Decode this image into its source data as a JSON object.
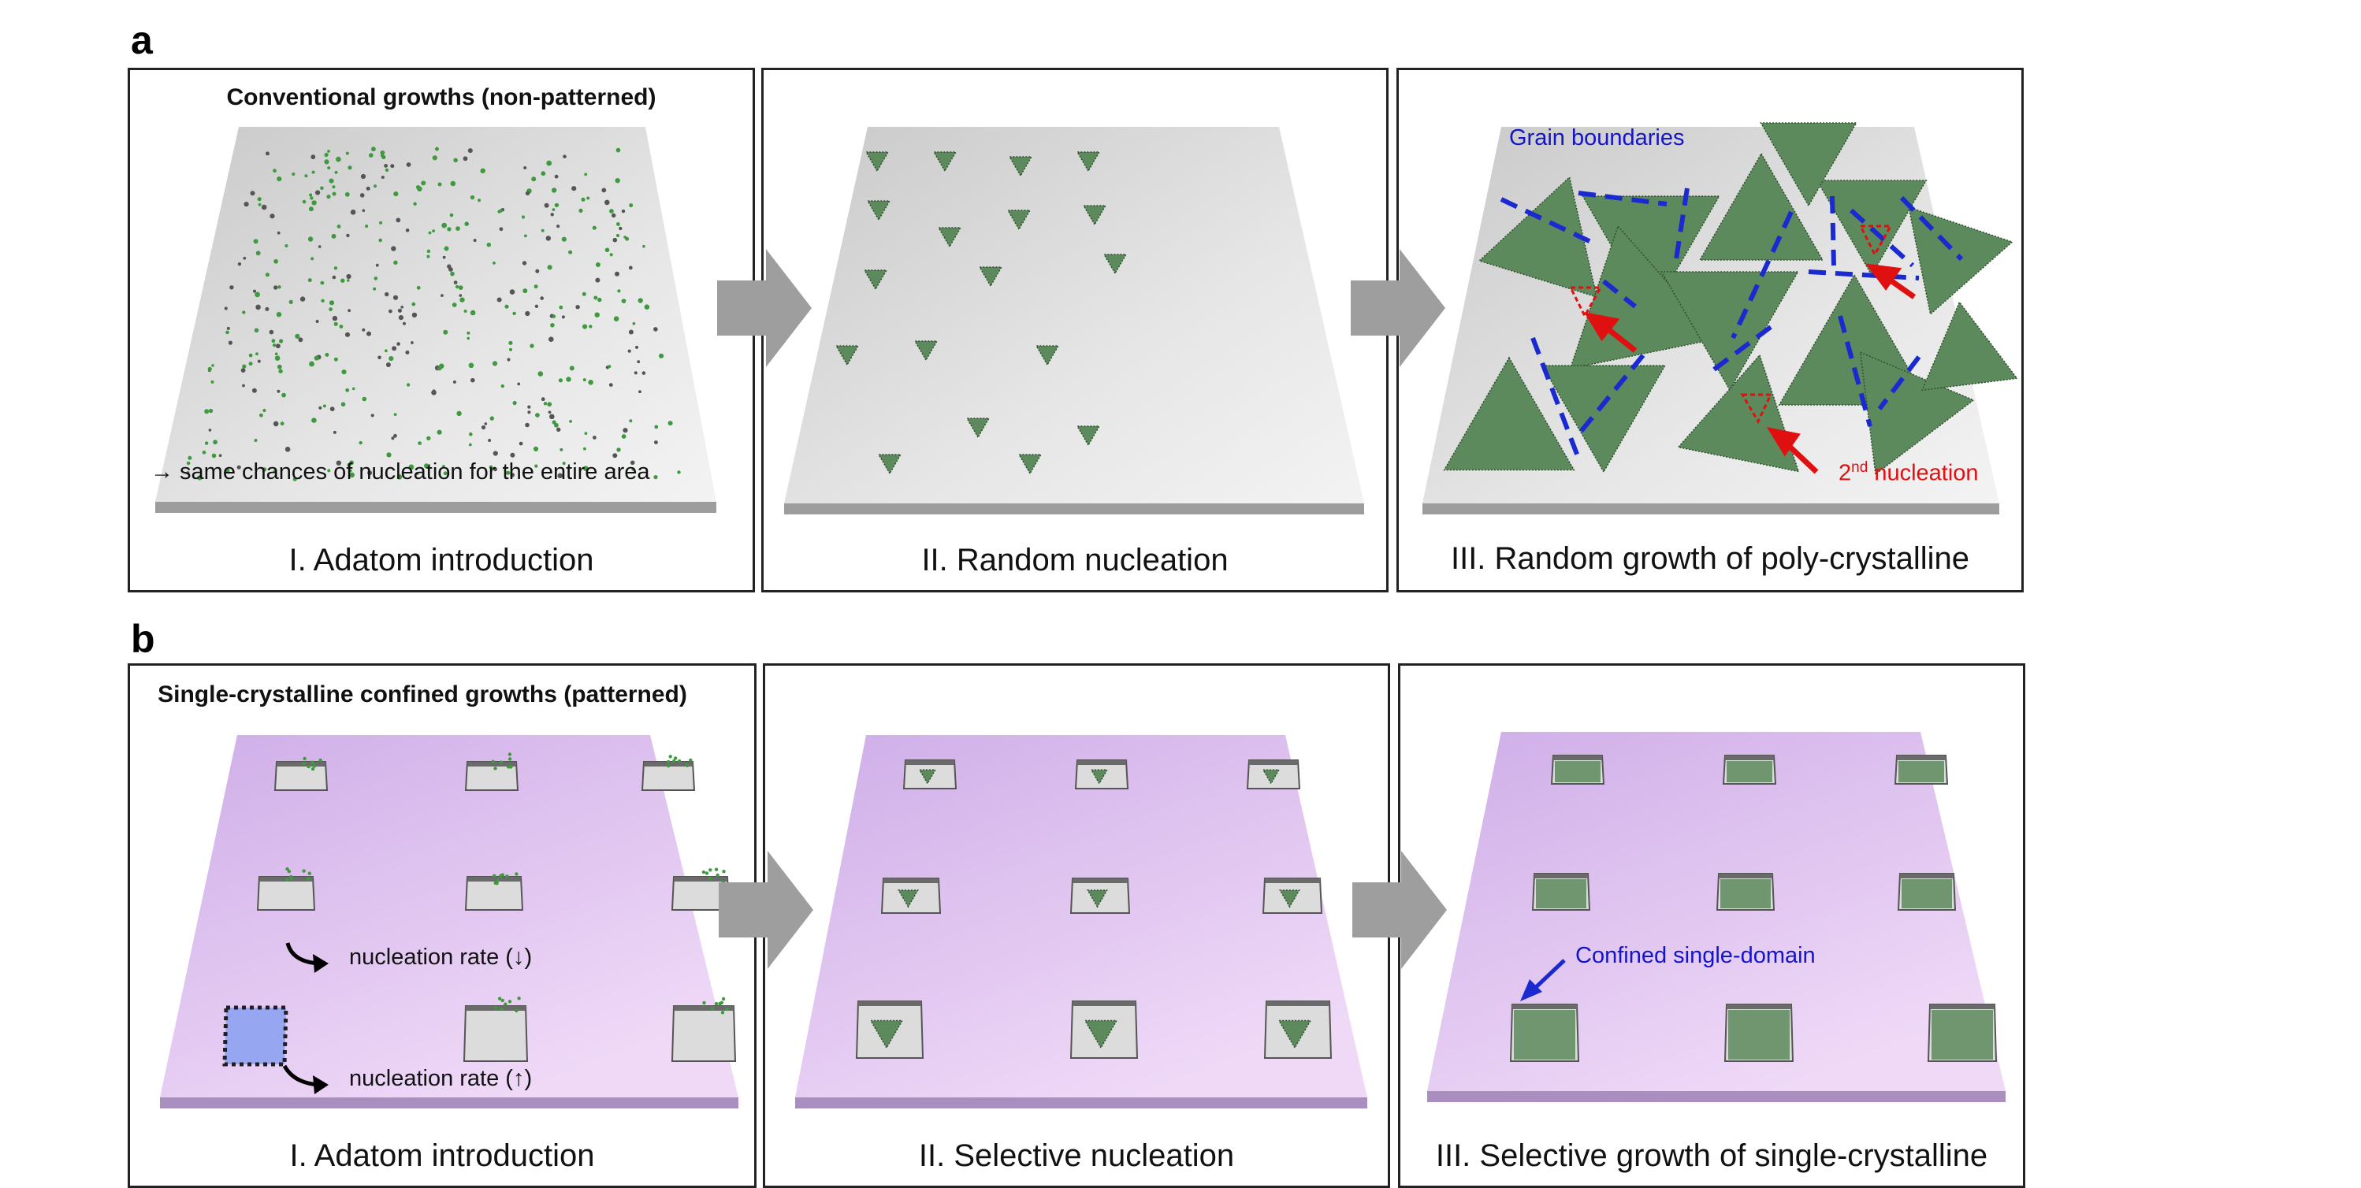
{
  "row_a": {
    "letter": "a",
    "panel1": {
      "title": "Conventional growths (non-patterned)",
      "note": "→ same chances of nucleation for the entire area",
      "caption": "I. Adatom introduction"
    },
    "panel2": {
      "caption": "II. Random nucleation"
    },
    "panel3": {
      "caption": "III. Random growth of poly-crystalline",
      "grain_label": "Grain boundaries",
      "nucleation_label_sup": "nd",
      "nucleation_label_prefix": "2",
      "nucleation_label_suffix": " nucleation"
    }
  },
  "row_b": {
    "letter": "b",
    "panel1": {
      "title": "Single-crystalline confined growths (patterned)",
      "note_down": "nucleation rate (↓)",
      "note_up": "nucleation rate (↑)",
      "caption": "I. Adatom introduction"
    },
    "panel2": {
      "caption": "II. Selective nucleation"
    },
    "panel3": {
      "caption": "III. Selective growth of single-crystalline",
      "domain_label": "Confined single-domain"
    }
  },
  "colors": {
    "substrate_gray": "#d9d9d9",
    "substrate_purple": "#d8b8ec",
    "crystal_green": "#5d8a5d",
    "grain_boundary": "#1a2ad0",
    "second_nucleation": "#e01010",
    "process_arrow": "#9e9e9e"
  }
}
